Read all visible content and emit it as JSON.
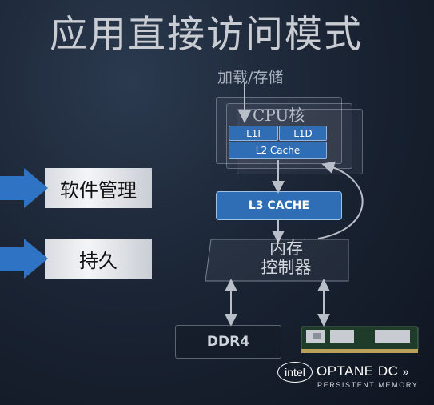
{
  "title": "应用直接访问模式",
  "load_store_label": "加载/存储",
  "cpu": {
    "title": "CPU核",
    "l1i": "L1I",
    "l1d": "L1D",
    "l2": "L2 Cache"
  },
  "l3_label": "L3 CACHE",
  "memory_controller": {
    "line1": "内存",
    "line2": "控制器"
  },
  "tags": {
    "software": "软件管理",
    "persistent": "持久"
  },
  "ddr4_label": "DDR4",
  "brand": {
    "intel": "intel",
    "product": "OPTANE DC",
    "subtitle": "PERSISTENT MEMORY"
  },
  "colors": {
    "cache_blue": "#2f6db5",
    "tag_arrow_blue": "#2f73c4"
  }
}
